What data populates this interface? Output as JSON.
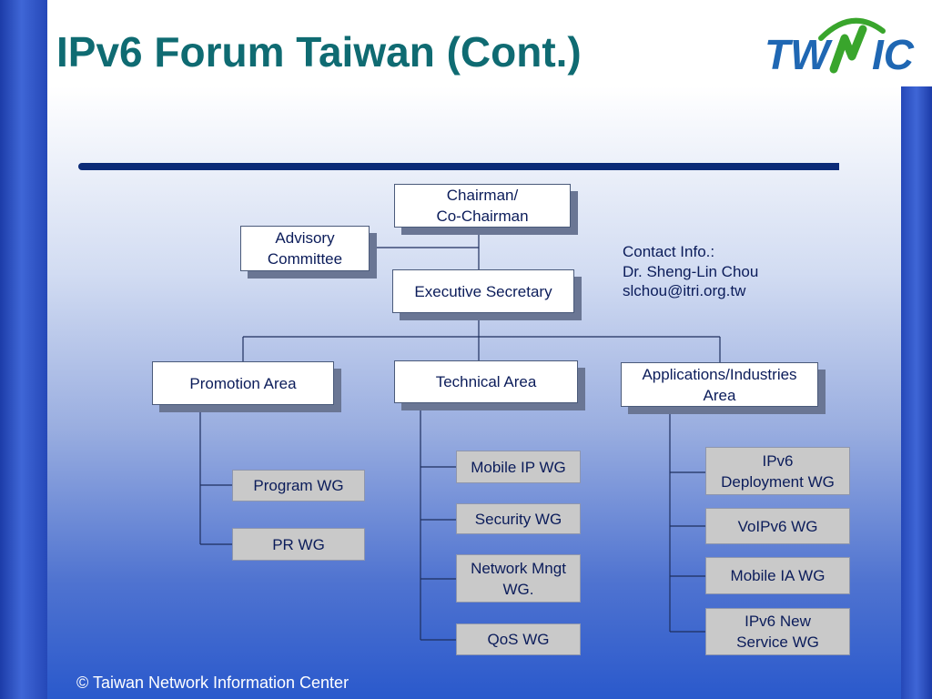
{
  "slide": {
    "title": "IPv6 Forum Taiwan (Cont.)",
    "footer": "© Taiwan Network Information Center",
    "logo": {
      "text": "TWNIC",
      "icon": "twnic-logo"
    }
  },
  "org_chart": {
    "chairman": {
      "line1": "Chairman/",
      "line2": "Co-Chairman"
    },
    "advisory": {
      "line1": "Advisory",
      "line2": "Committee"
    },
    "executive": "Executive Secretary",
    "contact": {
      "heading": "Contact Info.:",
      "name": "Dr. Sheng-Lin Chou",
      "email": "slchou@itri.org.tw"
    },
    "areas": {
      "promotion": "Promotion Area",
      "technical": "Technical Area",
      "applications": {
        "line1": "Applications/Industries",
        "line2": "Area"
      }
    },
    "promotion_wgs": [
      "Program WG",
      "PR WG"
    ],
    "technical_wgs": [
      {
        "line1": "Mobile IP WG"
      },
      {
        "line1": "Security WG"
      },
      {
        "line1": "Network Mngt",
        "line2": "WG."
      },
      {
        "line1": "QoS WG"
      }
    ],
    "application_wgs": [
      {
        "line1": "IPv6",
        "line2": "Deployment WG"
      },
      {
        "line1": "VoIPv6 WG"
      },
      {
        "line1": "Mobile IA WG"
      },
      {
        "line1": "IPv6 New",
        "line2": "Service WG"
      }
    ]
  },
  "colors": {
    "title": "#0f6b72",
    "text": "#0b1c5a",
    "rule": "#0b2b78",
    "wg_fill": "#c9c9c9"
  }
}
